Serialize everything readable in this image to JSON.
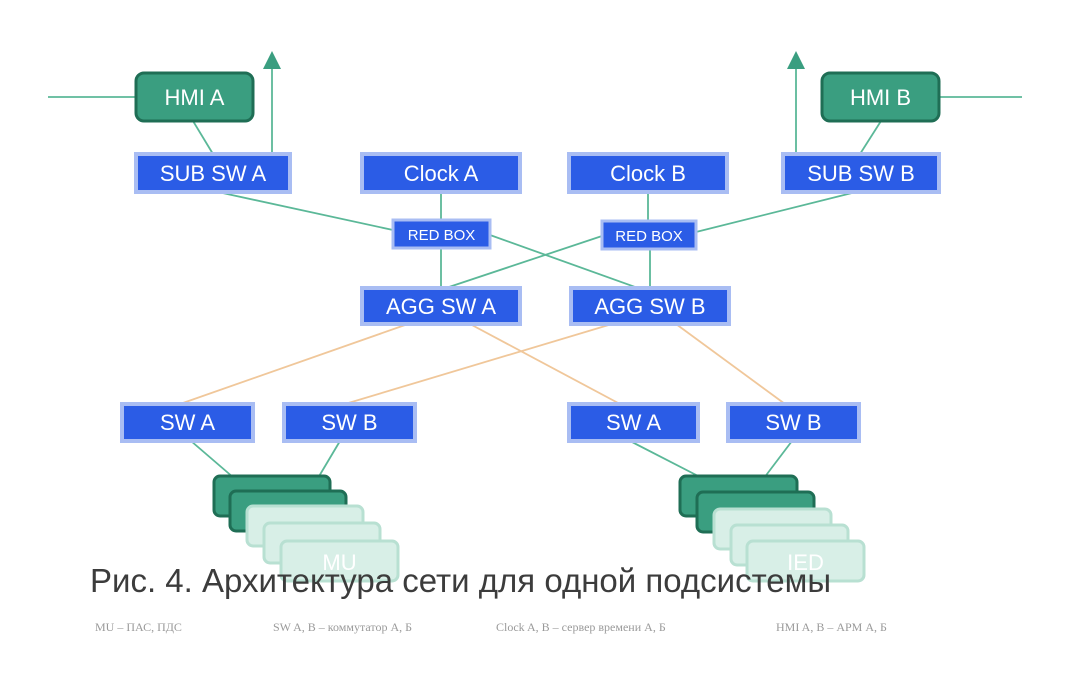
{
  "nodes": {
    "hmi_a": "HMI A",
    "hmi_b": "HMI B",
    "sub_sw_a": "SUB SW A",
    "sub_sw_b": "SUB SW B",
    "clock_a": "Clock A",
    "clock_b": "Clock B",
    "red_box_1": "RED BOX",
    "red_box_2": "RED BOX",
    "agg_sw_a": "AGG SW A",
    "agg_sw_b": "AGG SW B",
    "sw_a_left": "SW A",
    "sw_b_left": "SW B",
    "sw_a_right": "SW A",
    "sw_b_right": "SW B",
    "mu_stack": "MU",
    "ied_stack": "IED"
  },
  "caption": "Рис. 4. Архитектура сети для одной подсистемы",
  "legend": [
    "MU – ПАС, ПДС",
    "SW A, B – коммутатор А, Б",
    "Clock A, B – сервер времени А, Б",
    "HMI A, B – АРМ А, Б"
  ],
  "colors": {
    "switch_blue": "#2b5ce6",
    "switch_border": "#a9bdf3",
    "hmi_green": "#3a9e80",
    "link_green": "#5bb898",
    "link_orange": "#f0c79a"
  }
}
